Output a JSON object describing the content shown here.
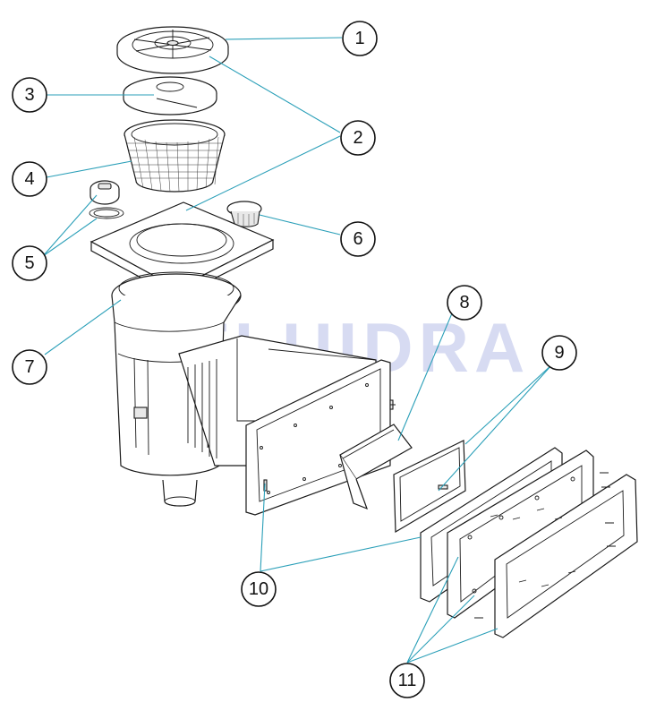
{
  "diagram": {
    "watermark": "FLUIDRA",
    "callouts": [
      {
        "id": "1",
        "label": "1"
      },
      {
        "id": "2",
        "label": "2"
      },
      {
        "id": "3",
        "label": "3"
      },
      {
        "id": "4",
        "label": "4"
      },
      {
        "id": "5",
        "label": "5"
      },
      {
        "id": "6",
        "label": "6"
      },
      {
        "id": "7",
        "label": "7"
      },
      {
        "id": "8",
        "label": "8"
      },
      {
        "id": "9",
        "label": "9"
      },
      {
        "id": "10",
        "label": "10"
      },
      {
        "id": "11",
        "label": "11"
      }
    ],
    "colors": {
      "leader": "#2a9fb8",
      "watermark": "#b8bfe8",
      "line": "#1a1a1a"
    }
  }
}
